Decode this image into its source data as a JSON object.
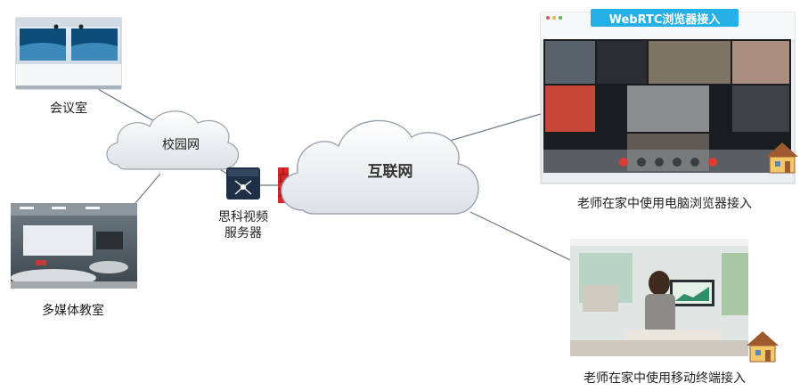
{
  "nodes": {
    "meeting_room": {
      "label": "会议室"
    },
    "campus_network": {
      "label": "校园网"
    },
    "server": {
      "label_line1": "思科视频",
      "label_line2": "服务器"
    },
    "internet": {
      "label": "互联网"
    },
    "multimedia_classroom": {
      "label": "多媒体教室"
    },
    "webrtc": {
      "banner": "WebRTC浏览器接入",
      "caption": "老师在家中使用电脑浏览器接入"
    },
    "mobile": {
      "caption": "老师在家中使用移动终端接入"
    }
  },
  "colors": {
    "line": "#6b7a8a",
    "cloud_fill": "#eef0f3",
    "cloud_stroke": "#9aa3ad",
    "banner_bg": "#25b1e6",
    "firewall": "#d8262b",
    "server_box": "#1f2f45",
    "house_roof": "#9c5a2e",
    "house_wall": "#f3c86b"
  }
}
